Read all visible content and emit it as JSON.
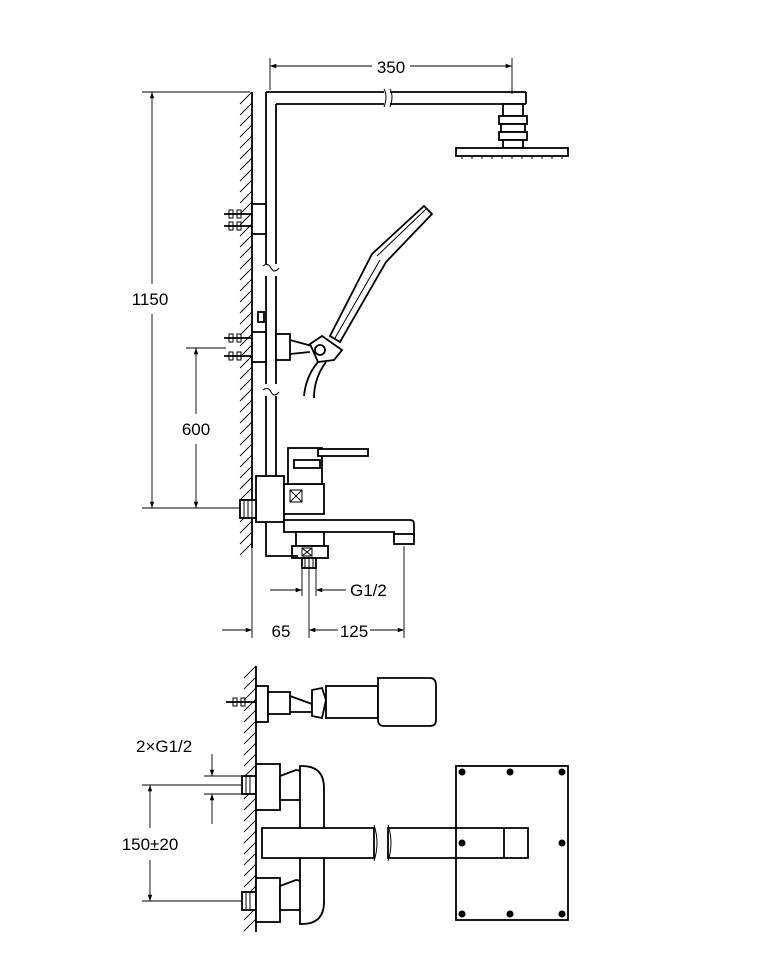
{
  "dimensions": {
    "arm_length": "350",
    "total_height": "1150",
    "mixer_height": "600",
    "inlet_thread": "G1/2",
    "wall_offset": "65",
    "spout_reach": "125",
    "inlet_thread_pair": "2×G1/2",
    "inlet_spacing": "150±20"
  }
}
